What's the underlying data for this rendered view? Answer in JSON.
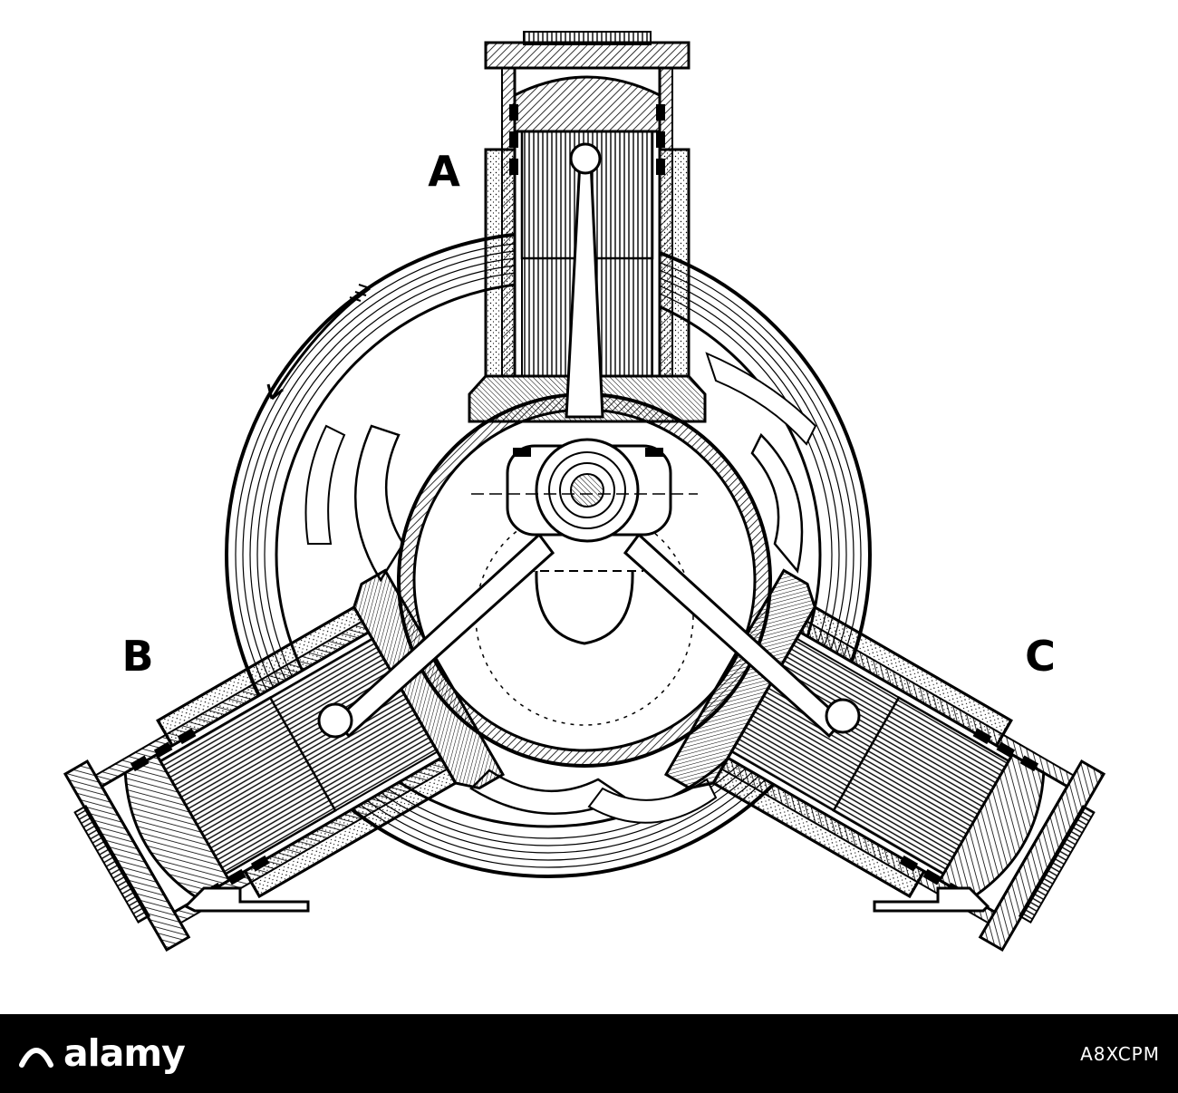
{
  "labels": {
    "cylinder_a": "A",
    "cylinder_b": "B",
    "cylinder_c": "C"
  },
  "watermark": {
    "brand": "alamy",
    "stock_id": "A8XCPM",
    "bar_color": "#000000"
  },
  "colors": {
    "ink": "#000000",
    "paper": "#ffffff"
  }
}
